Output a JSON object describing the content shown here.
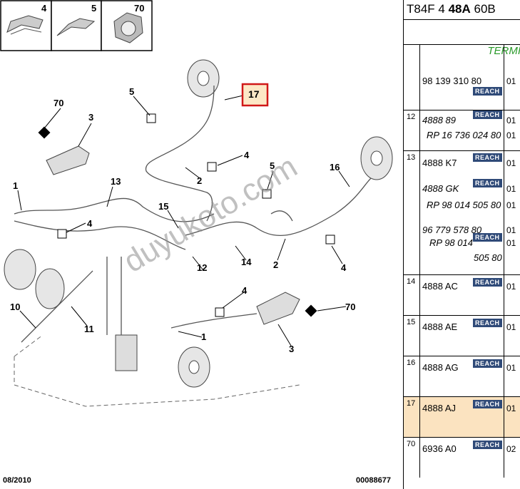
{
  "thumbnails": [
    {
      "label": "4"
    },
    {
      "label": "5"
    },
    {
      "label": "70"
    }
  ],
  "callouts": {
    "c70a": "70",
    "c3a": "3",
    "c5a": "5",
    "c1a": "1",
    "c13": "13",
    "c4a": "4",
    "c15": "15",
    "c10": "10",
    "c11": "11",
    "c12": "12",
    "c14": "14",
    "c2a": "2",
    "c4b": "4",
    "c17": "17",
    "c16": "16",
    "c5b": "5",
    "c2b": "2",
    "c4c": "4",
    "c4d": "4",
    "c70b": "70",
    "c1b": "1",
    "c3b": "3"
  },
  "watermark": "duyukoto.com",
  "footer": {
    "date": "08/2010",
    "code": "00088677"
  },
  "panel": {
    "title_prefix": "T84F 4 ",
    "title_bold": "48A",
    "title_suffix": " 60B",
    "term": "TERMİ",
    "reach_label": "REACH",
    "rows": [
      {
        "num": "",
        "lines": [
          {
            "ref": "98 139 310 80",
            "italic": false,
            "qty": "01",
            "reach": true
          }
        ]
      },
      {
        "num": "12",
        "lines": [
          {
            "ref": "4888 89",
            "italic": true,
            "qty": "01",
            "reach": true
          },
          {
            "ref": "RP 16 736 024 80",
            "italic": true,
            "qty": "01",
            "reach": false
          }
        ]
      },
      {
        "num": "13",
        "lines": [
          {
            "ref": "4888 K7",
            "italic": false,
            "qty": "01",
            "reach": true
          },
          {
            "ref": "4888 GK",
            "italic": true,
            "qty": "01",
            "reach": true
          },
          {
            "ref": "RP 98 014 505 80",
            "italic": true,
            "qty": "01",
            "reach": false
          },
          {
            "ref": "96 779 578 80",
            "italic": true,
            "qty": "01",
            "reach": false
          },
          {
            "ref": "RP 98 014",
            "italic": true,
            "qty": "01",
            "reach": true
          },
          {
            "ref": "505 80",
            "italic": true,
            "qty": "",
            "reach": false
          }
        ]
      },
      {
        "num": "14",
        "lines": [
          {
            "ref": "4888 AC",
            "italic": false,
            "qty": "01",
            "reach": true
          }
        ]
      },
      {
        "num": "15",
        "lines": [
          {
            "ref": "4888 AE",
            "italic": false,
            "qty": "01",
            "reach": true
          }
        ]
      },
      {
        "num": "16",
        "lines": [
          {
            "ref": "4888 AG",
            "italic": false,
            "qty": "01",
            "reach": true
          }
        ]
      },
      {
        "num": "17",
        "lines": [
          {
            "ref": "4888 AJ",
            "italic": false,
            "qty": "01",
            "reach": true
          }
        ],
        "selected": true
      },
      {
        "num": "70",
        "lines": [
          {
            "ref": "6936 A0",
            "italic": false,
            "qty": "02",
            "reach": true
          }
        ]
      }
    ]
  }
}
